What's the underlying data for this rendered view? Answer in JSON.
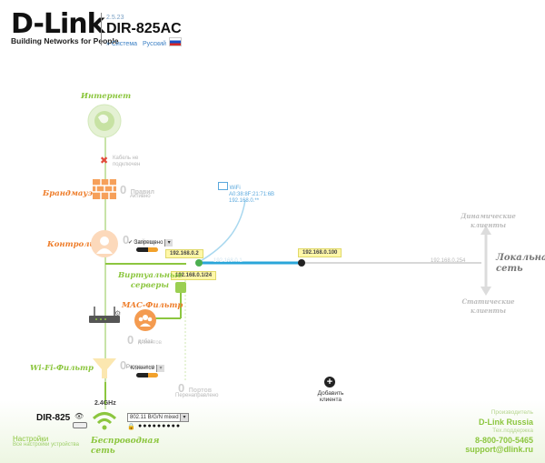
{
  "header": {
    "logo_text": "D-Link",
    "logo_tagline": "Building Networks for People",
    "firmware": "2.5.23",
    "model": "DIR-825AC",
    "menu_system": "» Система",
    "menu_language": "Русский"
  },
  "internet": {
    "label": "Интернет",
    "cable_status": "Кабель не подключен"
  },
  "firewall": {
    "label": "Брандмауэр",
    "count": "0",
    "title": "Правил",
    "subtitle": "Активно"
  },
  "control": {
    "label": "Контроль",
    "count": "0",
    "title": "Сайтов",
    "mode": "Запрещено"
  },
  "wifi_client": {
    "name": "WiFi",
    "mac": "A0:38:8F:21:71:6B",
    "ip": "192.168.0.**"
  },
  "lan": {
    "ip_router": "192.168.0.2",
    "ip_lan": "192.168.0.1/24",
    "ip_client": "192.168.0.100",
    "ip_client_faded": "192.168.0.254",
    "ip_wifi_faded": "192.168.0.1"
  },
  "virtual_servers": {
    "label": "Виртуальные серверы"
  },
  "dynamic_clients": "Динамические клиенты",
  "local_network": "Локальная сеть",
  "static_clients": "Статические клиенты",
  "mac_filter": {
    "label": "MAC-Фильтр",
    "count": "0",
    "title": "Клиентов",
    "subtitle": "добав."
  },
  "wifi_filter": {
    "label": "Wi-Fi-Фильтр",
    "count": "0",
    "title": "Клиентов",
    "subtitle": "Разрешено"
  },
  "ports": {
    "count": "0",
    "title": "Портов",
    "subtitle": "Перенаправлено"
  },
  "add_client": {
    "line1": "Добавить",
    "line2": "клиента"
  },
  "wireless": {
    "device": "DIR-825",
    "band": "2.4GHz",
    "mode": "802.11 B/G/N mixed",
    "password_mask": "●●●●●●●●●",
    "label": "Беспроводная сеть"
  },
  "settings": {
    "title": "Настройки",
    "subtitle": "Все настройки устройства"
  },
  "support": {
    "title": "Производитель",
    "company": "D-Link Russia",
    "subtitle": "Тех.поддержка",
    "phone": "8-800-700-5465",
    "email": "support@dlink.ru"
  },
  "colors": {
    "green": "#8cc63f",
    "orange": "#ee7d2a",
    "blue": "#2aa6d9"
  }
}
